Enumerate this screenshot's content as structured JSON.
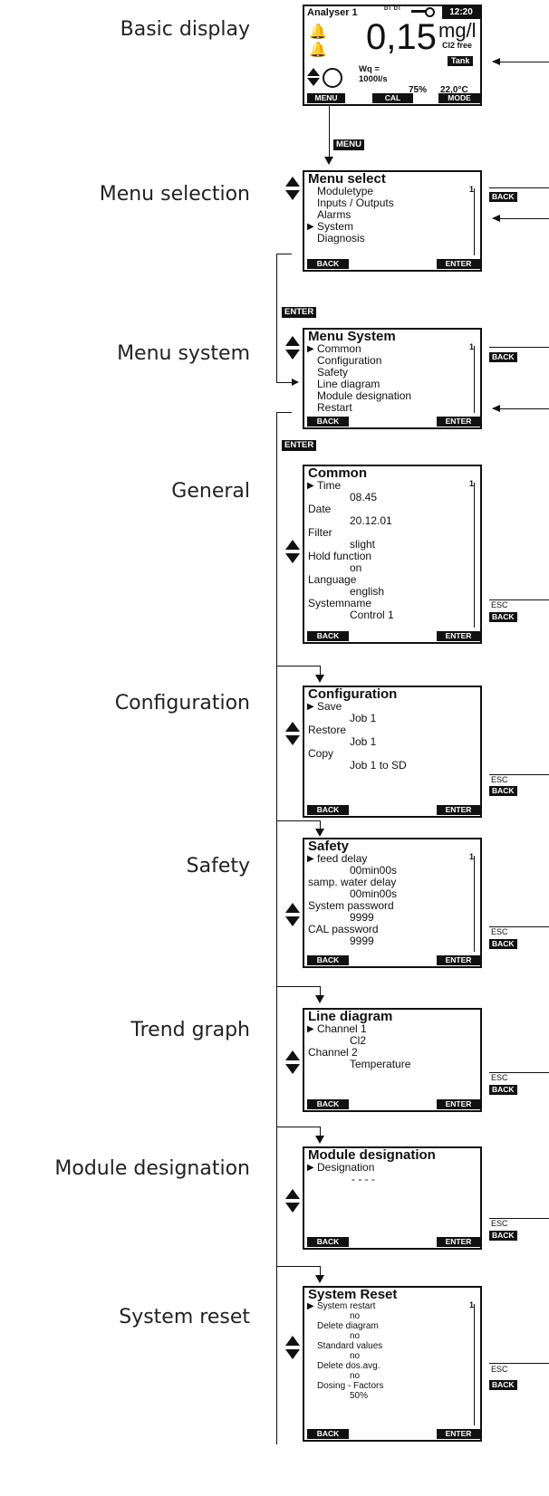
{
  "labels": {
    "basic": "Basic display",
    "menu_selection": "Menu selection",
    "menu_system": "Menu system",
    "general": "General",
    "configuration": "Configuration",
    "safety": "Safety",
    "trend": "Trend graph",
    "module": "Module designation",
    "reset": "System reset"
  },
  "basic_display": {
    "name": "Analyser 1",
    "di": "DI DI",
    "time": "12:20",
    "value": "0,15",
    "unit": "mg/l",
    "param": "Cl2 free",
    "badge": "Tank",
    "wq_label": "Wq =",
    "wq_value": "1000l/s",
    "percent": "75%",
    "temp": "22,0°C",
    "key_menu": "MENU",
    "key_cal": "CAL",
    "key_mode": "MODE"
  },
  "flow_tags": {
    "menu": "MENU",
    "enter1": "ENTER",
    "enter2": "ENTER"
  },
  "side": {
    "back": "BACK",
    "esc": "ESC"
  },
  "keys": {
    "back": "BACK",
    "enter": "ENTER"
  },
  "scroll_page": "1",
  "menu_select": {
    "title": "Menu  select",
    "items": [
      "Moduletype",
      "Inputs / Outputs",
      "Alarms",
      "System",
      "Diagnosis"
    ]
  },
  "menu_system": {
    "title": "Menu System",
    "items": [
      "Common",
      "Configuration",
      "Safety",
      "Line diagram",
      "Module designation",
      "Restart"
    ]
  },
  "common": {
    "title": "Common",
    "rows": [
      {
        "label": "Time",
        "value": "08.45"
      },
      {
        "label": "Date",
        "value": "20.12.01"
      },
      {
        "label": "Filter",
        "value": "slight"
      },
      {
        "label": "Hold function",
        "value": "on"
      },
      {
        "label": "Language",
        "value": "english"
      },
      {
        "label": "Systemname",
        "value": "Control 1"
      }
    ]
  },
  "configuration": {
    "title": "Configuration",
    "rows": [
      {
        "label": "Save",
        "value": "Job 1"
      },
      {
        "label": "Restore",
        "value": "Job 1"
      },
      {
        "label": "Copy",
        "value": "Job 1 to SD"
      }
    ]
  },
  "safety": {
    "title": "Safety",
    "rows": [
      {
        "label": "feed delay",
        "value": "00min00s"
      },
      {
        "label": "samp. water delay",
        "value": "00min00s"
      },
      {
        "label": "System password",
        "value": "9999"
      },
      {
        "label": "CAL password",
        "value": "9999"
      }
    ]
  },
  "line_diagram": {
    "title": "Line diagram",
    "rows": [
      {
        "label": "Channel 1",
        "value": "Cl2"
      },
      {
        "label": "Channel 2",
        "value": "Temperature"
      }
    ]
  },
  "module_designation": {
    "title": "Module designation",
    "rows": [
      {
        "label": "Designation",
        "value": "- - - -"
      }
    ]
  },
  "system_reset": {
    "title": "System Reset",
    "rows": [
      {
        "label": "System restart",
        "value": "no"
      },
      {
        "label": "Delete diagram",
        "value": "no"
      },
      {
        "label": "Standard values",
        "value": "no"
      },
      {
        "label": "Delete dos.avg.",
        "value": "no"
      },
      {
        "label": "Dosing - Factors",
        "value": "50%"
      }
    ]
  }
}
